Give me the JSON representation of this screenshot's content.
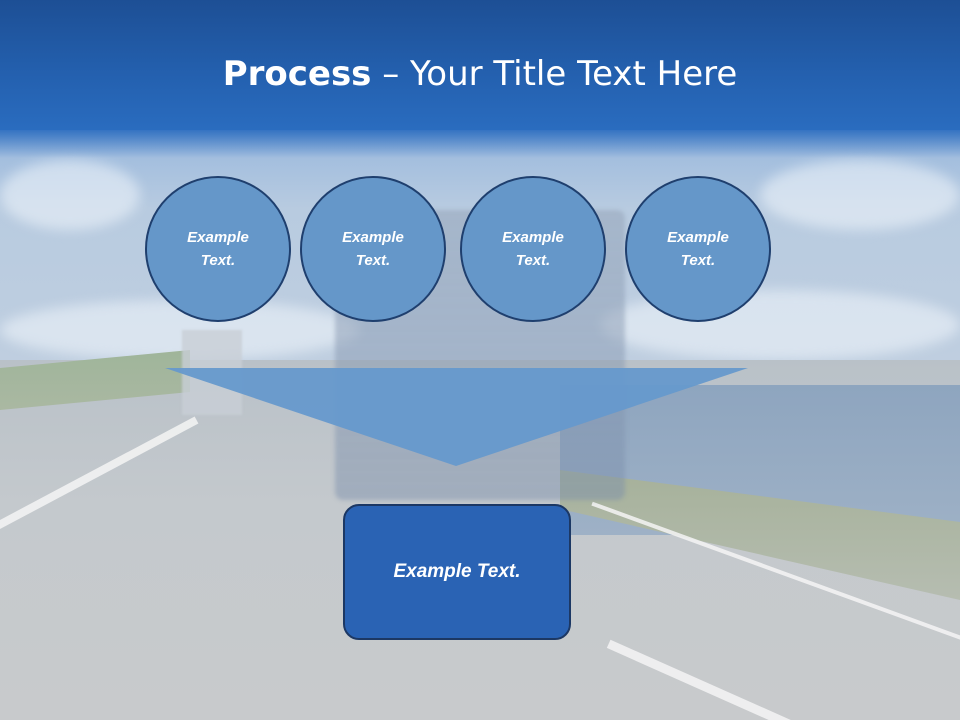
{
  "title": {
    "bold": "Process",
    "rest": " – Your Title Text Here"
  },
  "circles": [
    {
      "label": "Example\nText."
    },
    {
      "label": "Example\nText."
    },
    {
      "label": "Example\nText."
    },
    {
      "label": "Example\nText."
    }
  ],
  "result": {
    "label": "Example Text."
  },
  "colors": {
    "title_band": "#2461b0",
    "circle_fill": "#6597c9",
    "circle_border": "#1f3f6e",
    "funnel_fill": "#6699cc",
    "result_fill": "#2a63b4"
  }
}
